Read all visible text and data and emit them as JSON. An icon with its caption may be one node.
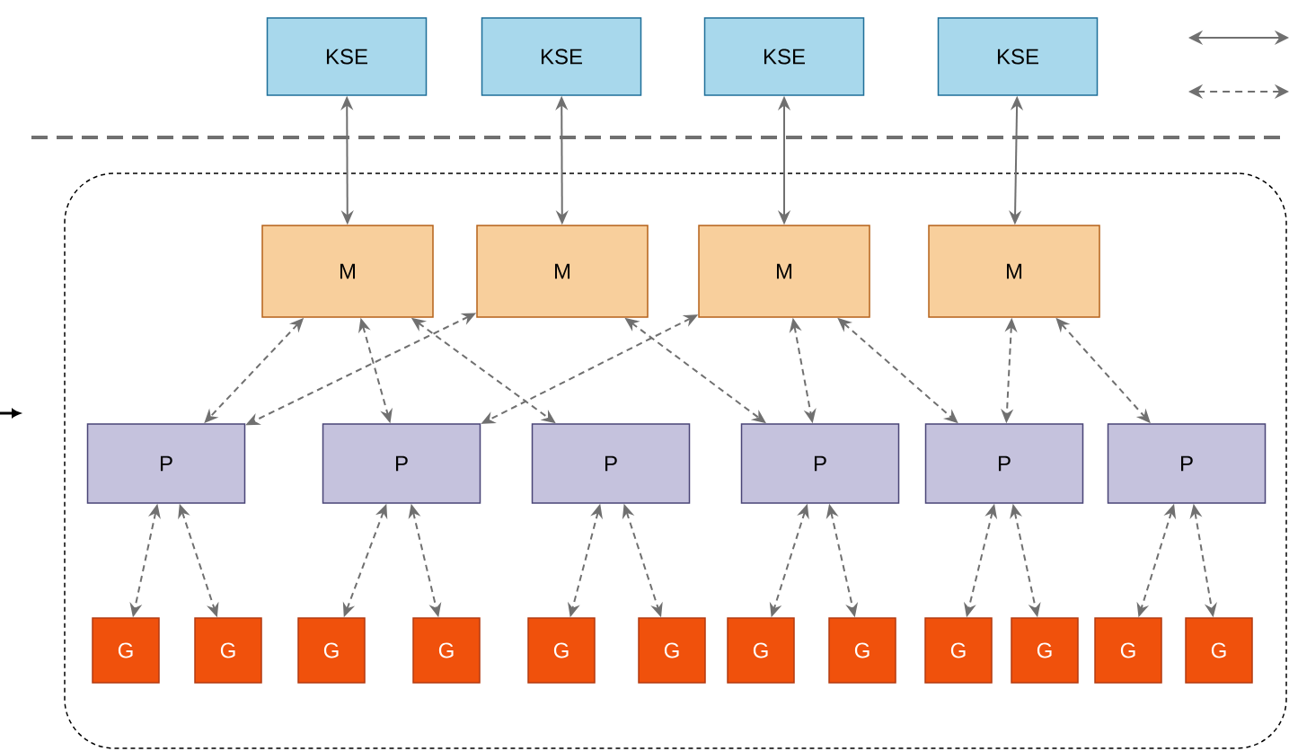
{
  "diagram": {
    "nodes": [
      {
        "text": [
          "KSE"
        ]
      },
      {
        "text": [
          "KSE"
        ]
      },
      {
        "text": [
          "KSE"
        ]
      },
      {
        "text": [
          "KSE"
        ]
      },
      {
        "text": [],
        "shape": "box"
      },
      {
        "text": [
          "M"
        ],
        "in": 4
      },
      {
        "text": [
          "M"
        ],
        "in": 4
      },
      {
        "text": [
          "M"
        ],
        "in": 4
      },
      {
        "text": [
          "M"
        ],
        "in": 4
      },
      {
        "text": [
          "P"
        ],
        "in": 4
      },
      {
        "text": [
          "P"
        ],
        "in": 4
      },
      {
        "text": [
          "P"
        ],
        "in": 4
      },
      {
        "text": [
          "P"
        ],
        "in": 4
      },
      {
        "text": [
          "P"
        ],
        "in": 4
      },
      {
        "text": [
          "P"
        ],
        "in": 4
      },
      {
        "text": [
          "G"
        ],
        "in": 4
      },
      {
        "text": [
          "G"
        ],
        "in": 4
      },
      {
        "text": [
          "G"
        ],
        "in": 4
      },
      {
        "text": [
          "G"
        ],
        "in": 4
      },
      {
        "text": [
          "G"
        ],
        "in": 4
      },
      {
        "text": [
          "G"
        ],
        "in": 4
      },
      {
        "text": [
          "G"
        ],
        "in": 4
      },
      {
        "text": [
          "G"
        ],
        "in": 4
      },
      {
        "text": [
          "G"
        ],
        "in": 4
      },
      {
        "text": [
          "G"
        ],
        "in": 4
      },
      {
        "text": [
          "G"
        ],
        "in": 4
      },
      {
        "text": [
          "G"
        ],
        "in": 4
      }
    ],
    "edges": [
      {
        "from": 0,
        "to": 5,
        "arrow": "both"
      },
      {
        "from": 1,
        "to": 6,
        "arrow": "both"
      },
      {
        "from": 2,
        "to": 7,
        "arrow": "both"
      },
      {
        "from": 3,
        "to": 8,
        "arrow": "both"
      },
      {
        "from": 5,
        "to": 9,
        "arrow": "both",
        "style": "dashed"
      },
      {
        "from": 5,
        "to": 10,
        "arrow": "both",
        "style": "dashed"
      },
      {
        "from": 5,
        "to": 11,
        "arrow": "both",
        "style": "dashed"
      },
      {
        "from": 6,
        "to": 9,
        "arrow": "both",
        "style": "dashed"
      },
      {
        "from": 6,
        "to": 12,
        "arrow": "both",
        "style": "dashed"
      },
      {
        "from": 7,
        "to": 10,
        "arrow": "both",
        "style": "dashed"
      },
      {
        "from": 7,
        "to": 12,
        "arrow": "both",
        "style": "dashed"
      },
      {
        "from": 7,
        "to": 13,
        "arrow": "both",
        "style": "dashed"
      },
      {
        "from": 8,
        "to": 13,
        "arrow": "both",
        "style": "dashed"
      },
      {
        "from": 8,
        "to": 14,
        "arrow": "both",
        "style": "dashed"
      },
      {
        "from": 9,
        "to": 15,
        "arrow": "both",
        "style": "dashed"
      },
      {
        "from": 9,
        "to": 16,
        "arrow": "both",
        "style": "dashed"
      },
      {
        "from": 10,
        "to": 17,
        "arrow": "both",
        "style": "dashed"
      },
      {
        "from": 10,
        "to": 18,
        "arrow": "both",
        "style": "dashed"
      },
      {
        "from": 11,
        "to": 19,
        "arrow": "both",
        "style": "dashed"
      },
      {
        "from": 11,
        "to": 20,
        "arrow": "both",
        "style": "dashed"
      },
      {
        "from": 12,
        "to": 21,
        "arrow": "both",
        "style": "dashed"
      },
      {
        "from": 12,
        "to": 22,
        "arrow": "both",
        "style": "dashed"
      },
      {
        "from": 13,
        "to": 23,
        "arrow": "both",
        "style": "dashed"
      },
      {
        "from": 13,
        "to": 24,
        "arrow": "both",
        "style": "dashed"
      },
      {
        "from": 14,
        "to": 25,
        "arrow": "both",
        "style": "dashed"
      },
      {
        "from": 14,
        "to": 26,
        "arrow": "both",
        "style": "dashed"
      }
    ]
  }
}
